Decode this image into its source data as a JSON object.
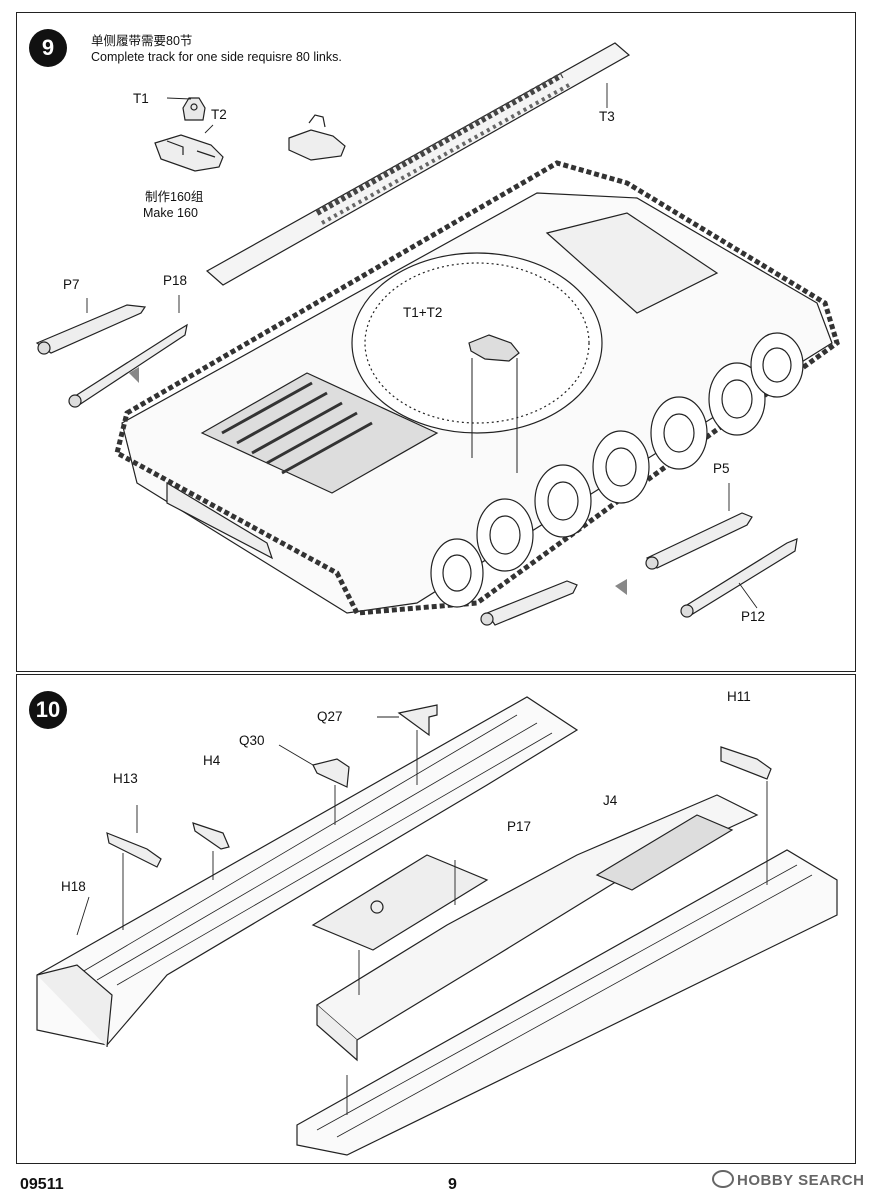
{
  "step9": {
    "number": "9",
    "note_cn": "单侧履带需要80节",
    "note_en": "Complete track for one side requisre 80 links.",
    "make_cn": "制作160组",
    "make_en": "Make 160",
    "labels": {
      "t1": "T1",
      "t2": "T2",
      "t3": "T3",
      "t1t2": "T1+T2",
      "p7": "P7",
      "p18": "P18",
      "p5": "P5",
      "p12": "P12"
    }
  },
  "step10": {
    "number": "10",
    "labels": {
      "q27": "Q27",
      "q30": "Q30",
      "h4": "H4",
      "h13": "H13",
      "h18": "H18",
      "p17": "P17",
      "j4": "J4",
      "h11": "H11"
    }
  },
  "footer": {
    "code": "09511",
    "page": "9",
    "watermark": "HOBBY SEARCH"
  }
}
